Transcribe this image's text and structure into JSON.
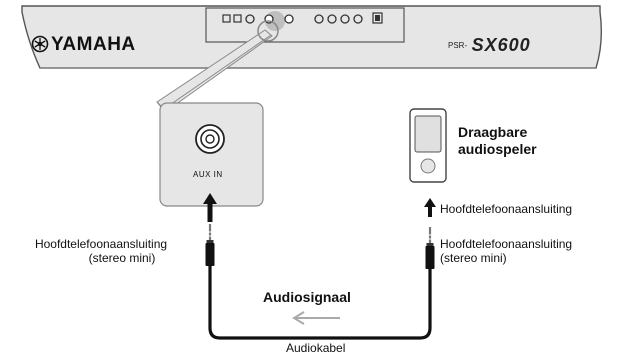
{
  "keyboard": {
    "brand": "YAMAHA",
    "model_prefix": "PSR-",
    "model": "SX600"
  },
  "aux_panel": {
    "jack_label": "AUX IN"
  },
  "player": {
    "title_line1": "Draagbare",
    "title_line2": "audiospeler",
    "output_label": "Hoofdtelefoonaansluiting"
  },
  "plugs": {
    "left_label_line1": "Hoofdtelefoonaansluiting",
    "left_label_line2": "(stereo mini)",
    "right_label_line1": "Hoofdtelefoonaansluiting",
    "right_label_line2": "(stereo mini)"
  },
  "signal": {
    "label": "Audiosignaal"
  },
  "cable": {
    "label": "Audiokabel"
  },
  "colors": {
    "panel_fill": "#e6e6e6",
    "outline": "#666666",
    "cable": "#111111",
    "signal_arrow": "#aaaaaa"
  },
  "icons": {
    "brand_logo": "yamaha-tuning-fork-logo",
    "aux_jack": "aux-in-jack-icon",
    "player": "portable-audio-player-icon"
  }
}
